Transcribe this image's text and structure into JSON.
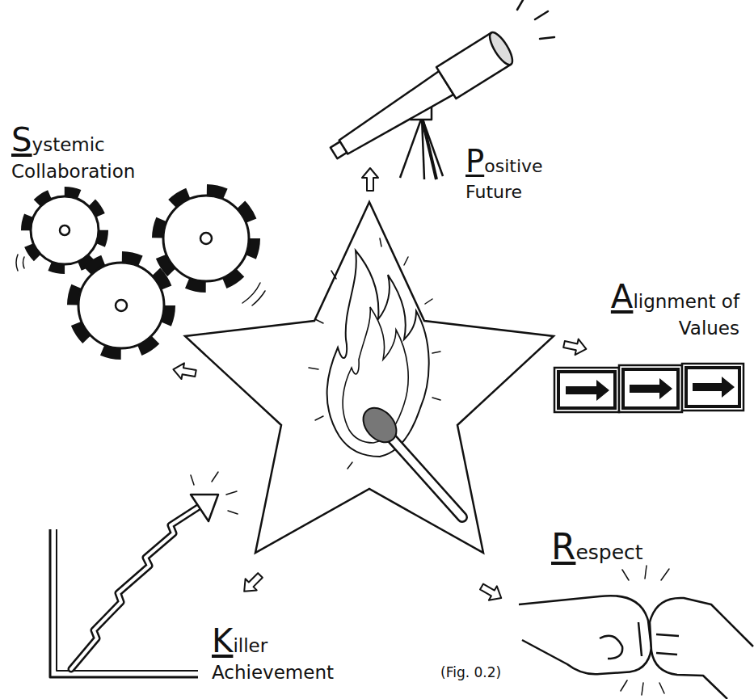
{
  "diagram": {
    "caption": "(Fig. 0.2)",
    "labels": [
      "Systemic Collaboration",
      "Positive Future",
      "Alignment of Values",
      "Killer Achievement",
      "Respect"
    ]
  }
}
